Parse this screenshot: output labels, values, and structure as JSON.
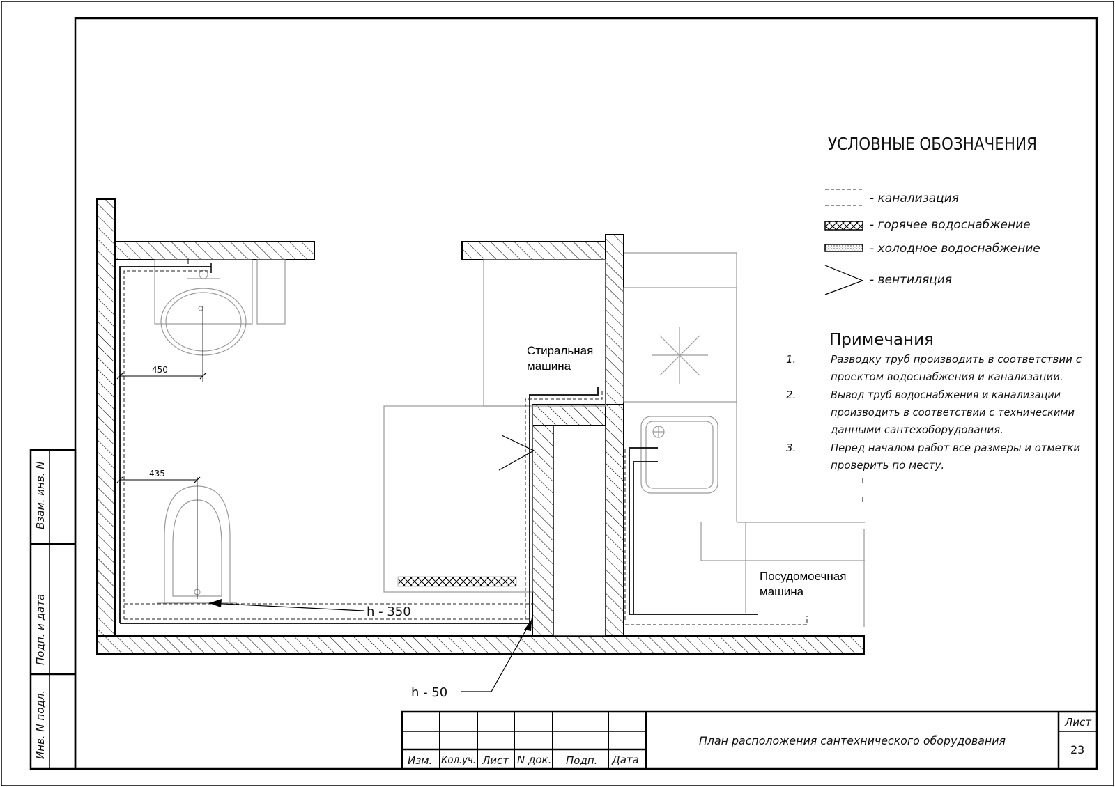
{
  "legend": {
    "title": "УСЛОВНЫЕ ОБОЗНАЧЕНИЯ",
    "items": [
      {
        "symbol": "dashed-line-icon",
        "label": "- канализация"
      },
      {
        "symbol": "hatched-pipe-icon",
        "label": "- горячее водоснабжение"
      },
      {
        "symbol": "dotted-pipe-icon",
        "label": "- холодное водоснабжение"
      },
      {
        "symbol": "ventilation-icon",
        "label": "- вентиляция"
      }
    ]
  },
  "notes": {
    "title": "Примечания",
    "items": [
      {
        "num": "1.",
        "lines": [
          "Разводку труб производить в соответствии с",
          "проектом водоснабжения и канализации."
        ]
      },
      {
        "num": "2.",
        "lines": [
          "Вывод труб водоснабжения и канализации",
          "производить в соответствии с техническими",
          "данными сантехоборудования."
        ]
      },
      {
        "num": "3.",
        "lines": [
          "Перед началом работ все размеры и отметки",
          "проверить по месту."
        ]
      }
    ]
  },
  "plan": {
    "labels": {
      "washer_line1": "Стиральная",
      "washer_line2": "машина",
      "dishwasher_line1": "Посудомоечная",
      "dishwasher_line2": "машина",
      "dim_sink": "450",
      "dim_toilet": "435",
      "height_1": "h - 350",
      "height_2": "h - 50"
    }
  },
  "side_stamp": {
    "cells": [
      "Взам. инв. N",
      "Подп. и дата",
      "Инв. N подл."
    ]
  },
  "title_block": {
    "headers": [
      "Изм.",
      "Кол.уч.",
      "Лист",
      "N док.",
      "Подп.",
      "Дата"
    ],
    "drawing_title": "План расположения сантехнического оборудования",
    "sheet_label": "Лист",
    "sheet_number": "23"
  },
  "colors": {
    "line": "#000000",
    "furniture": "#9a9a9a",
    "background": "#ffffff"
  }
}
